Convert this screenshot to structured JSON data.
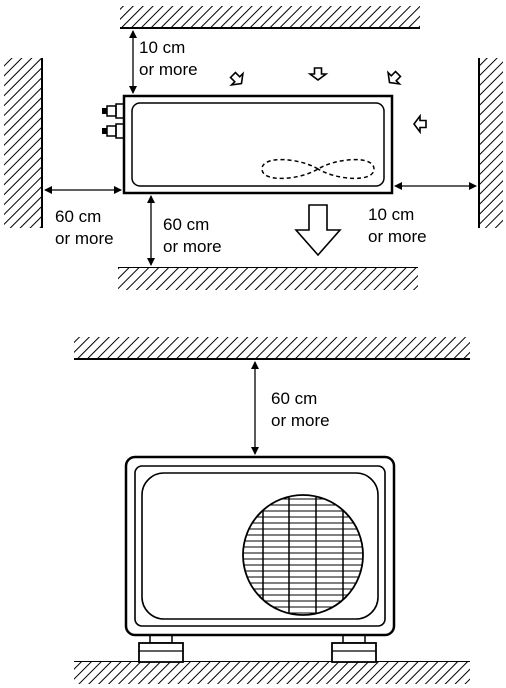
{
  "top_view": {
    "clearance_top": {
      "line1": "10 cm",
      "line2": "or more"
    },
    "clearance_left": {
      "line1": "60 cm",
      "line2": "or more"
    },
    "clearance_front": {
      "line1": "60 cm",
      "line2": "or more"
    },
    "clearance_right": {
      "line1": "10 cm",
      "line2": "or more"
    }
  },
  "front_view": {
    "clearance_above": {
      "line1": "60 cm",
      "line2": "or more"
    }
  },
  "icons": [
    "hatched-wall",
    "airflow-arrow",
    "fan-propeller",
    "dimension-arrow",
    "fan-grille"
  ]
}
